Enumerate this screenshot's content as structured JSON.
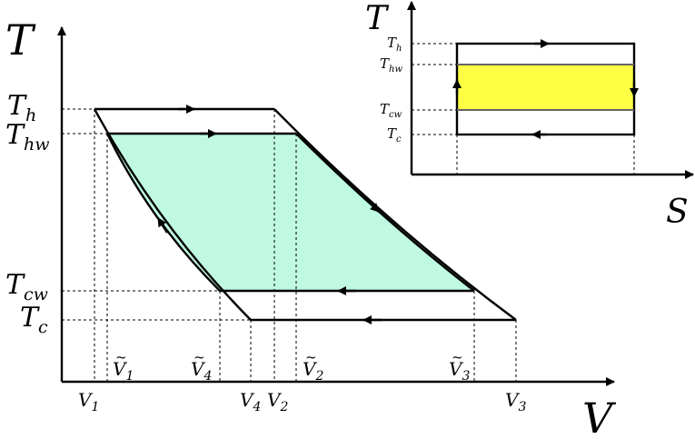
{
  "main": {
    "axis_y": "T",
    "axis_x": "V",
    "levels": {
      "Th": "T",
      "Th_sub": "h",
      "Thw": "T",
      "Thw_sub": "hw",
      "Tcw": "T",
      "Tcw_sub": "cw",
      "Tc": "T",
      "Tc_sub": "c"
    },
    "volumes": {
      "V1": "V",
      "V1_sub": "1",
      "V4": "V",
      "V4_sub": "4",
      "V2": "V",
      "V2_sub": "2",
      "V3": "V",
      "V3_sub": "3",
      "tV1": "V",
      "tV1_sub": "1",
      "tV4": "V",
      "tV4_sub": "4",
      "tV2": "V",
      "tV2_sub": "2",
      "tV3": "V",
      "tV3_sub": "3"
    }
  },
  "inset": {
    "axis_y": "T",
    "axis_x": "S",
    "levels": {
      "Th": "T",
      "Th_sub": "h",
      "Thw": "T",
      "Thw_sub": "hw",
      "Tcw": "T",
      "Tcw_sub": "cw",
      "Tc": "T",
      "Tc_sub": "c"
    }
  },
  "colors": {
    "outer_region": "#bff9e1",
    "inner_region": "#fefe44",
    "lines": "#000000",
    "inner_edge": "#666666"
  }
}
